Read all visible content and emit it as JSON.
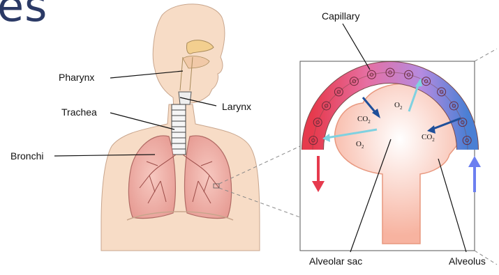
{
  "title_fragment": "es",
  "labels": {
    "pharynx": "Pharynx",
    "larynx": "Larynx",
    "trachea": "Trachea",
    "bronchi": "Bronchi",
    "capillary": "Capillary",
    "alveolar_sac": "Alveolar sac",
    "alveolus": "Alveolus"
  },
  "gases": {
    "o2_main": "O",
    "o2_sub": "2",
    "co2_left_main": "CO",
    "co2_left_sub": "2",
    "o2_left_main": "O",
    "o2_left_sub": "2",
    "co2_right_main": "CO",
    "co2_right_sub": "2"
  },
  "colors": {
    "title": "#2b3a66",
    "skin": "#f7dcc6",
    "lung": "#f1b3a8",
    "alveolus": "#f7b3a0",
    "oxygenated": "#e63a4d",
    "deoxygenated": "#4a7fd4",
    "o2_arrow": "#7fd1e0",
    "co2_arrow": "#1f4f9a"
  },
  "icons": [
    "down-arrow-red",
    "up-arrow-blue"
  ]
}
